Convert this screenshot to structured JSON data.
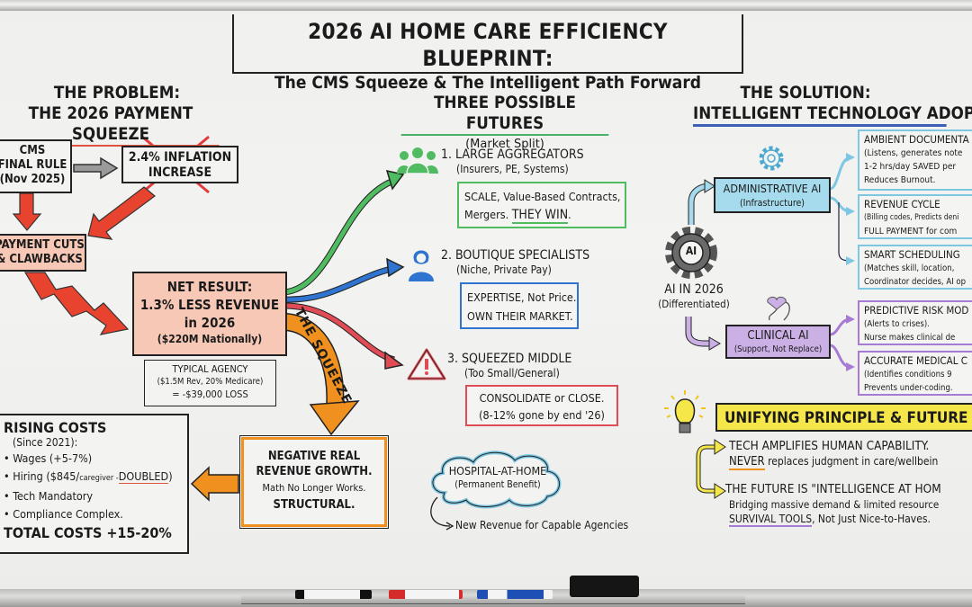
{
  "title": {
    "line1": "2026 AI HOME CARE EFFICIENCY BLUEPRINT:",
    "line2": "The CMS Squeeze & The Intelligent Path Forward"
  },
  "problem": {
    "heading1": "THE PROBLEM:",
    "heading2": "THE 2026 PAYMENT SQUEEZE",
    "cms_rule": [
      "CMS",
      "FINAL RULE",
      "(Nov 2025)"
    ],
    "inflation": [
      "2.4% INFLATION",
      "INCREASE"
    ],
    "payment_cuts": [
      "PAYMENT CUTS",
      "& CLAWBACKS"
    ],
    "net_result": [
      "NET RESULT:",
      "1.3% LESS REVENUE",
      "in 2026",
      "($220M Nationally)"
    ],
    "typical_agency": [
      "TYPICAL AGENCY",
      "($1.5M Rev, 20% Medicare)",
      "= -$39,000 LOSS"
    ],
    "squeeze_label": "THE SQUEEZE",
    "rising_costs": {
      "heading": "RISING COSTS",
      "since": "(Since 2021):",
      "items": [
        "Wages (+5-7%)",
        "Hiring ($845/caregiver - DOUBLED)",
        "Tech Mandatory",
        "Compliance Complex."
      ],
      "hiring_prefix": "Hiring ($845/",
      "hiring_small": "caregiver -",
      "hiring_emph": "DOUBLED",
      "hiring_suffix": ")",
      "total": "TOTAL COSTS +15-20%"
    },
    "negative_growth": [
      "NEGATIVE REAL",
      "REVENUE GROWTH.",
      "Math No Longer Works.",
      "STRUCTURAL."
    ]
  },
  "futures": {
    "heading": "THREE POSSIBLE FUTURES",
    "subheading": "(Market Split)",
    "items": [
      {
        "title": "1. LARGE AGGREGATORS",
        "sub": "(Insurers, PE, Systems)",
        "box1": "SCALE, Value-Based Contracts,",
        "box2a": "Mergers. ",
        "box2b": "THEY WIN",
        "box2c": ".",
        "icon": "group-icon",
        "color": "#4fbc62"
      },
      {
        "title": "2. BOUTIQUE SPECIALISTS",
        "sub": "(Niche, Private Pay)",
        "box1": "EXPERTISE, Not Price.",
        "box2a": "OWN THEIR MARKET.",
        "box2b": "",
        "box2c": "",
        "icon": "nurse-icon",
        "color": "#2f74d0"
      },
      {
        "title": "3. SQUEEZED MIDDLE",
        "sub": "(Too Small/General)",
        "box1": "CONSOLIDATE or CLOSE.",
        "box2a": "(8-12% gone by end '26)",
        "box2b": "",
        "box2c": "",
        "icon": "warning-icon",
        "color": "#e04b55"
      }
    ],
    "hospital_at_home": {
      "title": "HOSPITAL-AT-HOME",
      "sub": "(Permanent Benefit)",
      "note": "New Revenue for Capable Agencies"
    }
  },
  "solution": {
    "heading1": "THE SOLUTION:",
    "heading2": "INTELLIGENT TECHNOLOGY ADOPTI",
    "hub": {
      "label": "AI IN 2026",
      "sub": "(Differentiated)",
      "gear_text": "AI"
    },
    "administrative": {
      "title": "ADMINISTRATIVE AI",
      "sub": "(Infrastructure)"
    },
    "clinical": {
      "title": "CLINICAL AI",
      "sub": "(Support, Not Replace)"
    },
    "admin_items": [
      {
        "l1": "AMBIENT DOCUMENTA",
        "l2": "(Listens, generates note",
        "l3": "1-2 hrs/day SAVED per",
        "l4": "Reduces Burnout."
      },
      {
        "l1": "REVENUE CYCLE",
        "l2": "(Billing codes, Predicts deni",
        "l3": "FULL PAYMENT for com",
        "l4": ""
      },
      {
        "l1": "SMART SCHEDULING",
        "l2": "(Matches skill, location,",
        "l3": "Coordinator decides, AI op",
        "l4": ""
      }
    ],
    "clinical_items": [
      {
        "l1": "PREDICTIVE RISK MOD",
        "l2": "(Alerts to crises).",
        "l3": "Nurse makes clinical de"
      },
      {
        "l1": "ACCURATE MEDICAL C",
        "l2": "(Identifies conditions 9",
        "l3": "Prevents under-coding."
      }
    ],
    "principle": {
      "heading": "UNIFYING PRINCIPLE & FUTURE",
      "p1": "TECH AMPLIFIES HUMAN CAPABILITY.",
      "p1b_emph": "NEVER",
      "p1b": " replaces judgment in care/wellbein",
      "p2": "THE FUTURE IS \"INTELLIGENCE AT HOM",
      "p2b": "Bridging massive demand & limited resource",
      "p2c_emph": "SURVIVAL TOOLS",
      "p2c": ", Not Just Nice-to-Haves."
    }
  },
  "colors": {
    "red": "#e8432f",
    "orange": "#f0901f",
    "green": "#4fbc62",
    "blue": "#2f74d0",
    "cyan": "#a5dbec",
    "purple": "#cbb0e6",
    "yellow": "#f5e64a",
    "pink": "#f6c8b5"
  }
}
